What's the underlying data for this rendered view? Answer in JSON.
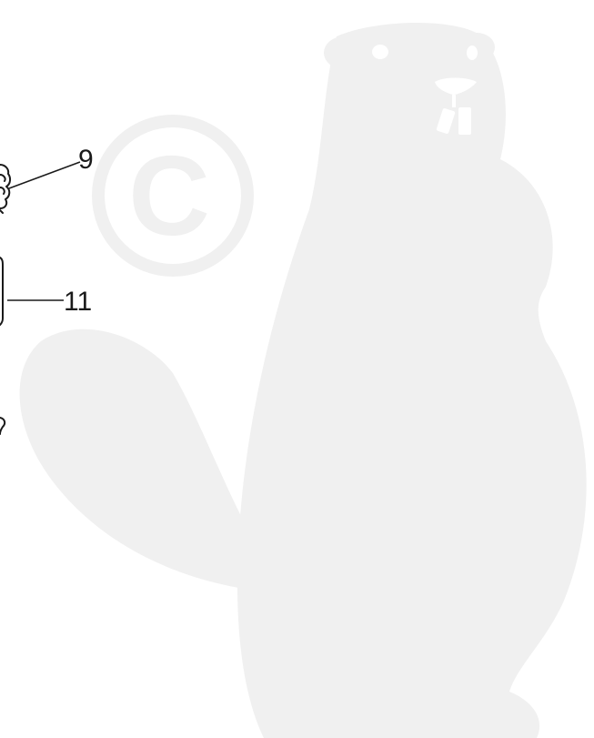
{
  "watermark": {
    "subject": "beaver-silhouette",
    "symbol": "copyright-symbol",
    "symbol_glyph": "C",
    "color": "#f0f0f0"
  },
  "diagram": {
    "line_color": "#1a1a1a",
    "callouts": [
      {
        "id": "callout-9",
        "label": "9"
      },
      {
        "id": "callout-11",
        "label": "11"
      }
    ]
  }
}
